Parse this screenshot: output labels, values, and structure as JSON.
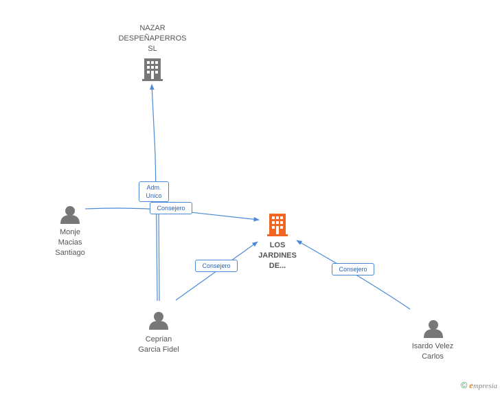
{
  "nodes": {
    "nazar": {
      "lines": [
        "NAZAR",
        "DESPEÑAPERROS",
        "SL"
      ],
      "icon": "building-icon",
      "color": "#777777"
    },
    "jardines": {
      "lines": [
        "LOS",
        "JARDINES",
        "DE..."
      ],
      "icon": "building-icon",
      "color": "#f26522"
    },
    "monje": {
      "lines": [
        "Monje",
        "Macias",
        "Santiago"
      ],
      "icon": "person-icon",
      "color": "#777777"
    },
    "ceprian": {
      "lines": [
        "Ceprian",
        "Garcia Fidel"
      ],
      "icon": "person-icon",
      "color": "#777777"
    },
    "isardo": {
      "lines": [
        "Isardo Velez",
        "Carlos"
      ],
      "icon": "person-icon",
      "color": "#777777"
    }
  },
  "relations": {
    "adm_unico": {
      "lines": [
        "Adm.",
        "Unico"
      ]
    },
    "consejero_monje": {
      "lines": [
        "Consejero"
      ]
    },
    "consejero_ceprian": {
      "lines": [
        "Consejero"
      ]
    },
    "consejero_isardo": {
      "lines": [
        "Consejero"
      ]
    }
  },
  "colors": {
    "edge": "#4a8ad6",
    "accent": "#f26522"
  },
  "brand": {
    "copyright": "©",
    "name": "mpresia",
    "initial": "e"
  }
}
